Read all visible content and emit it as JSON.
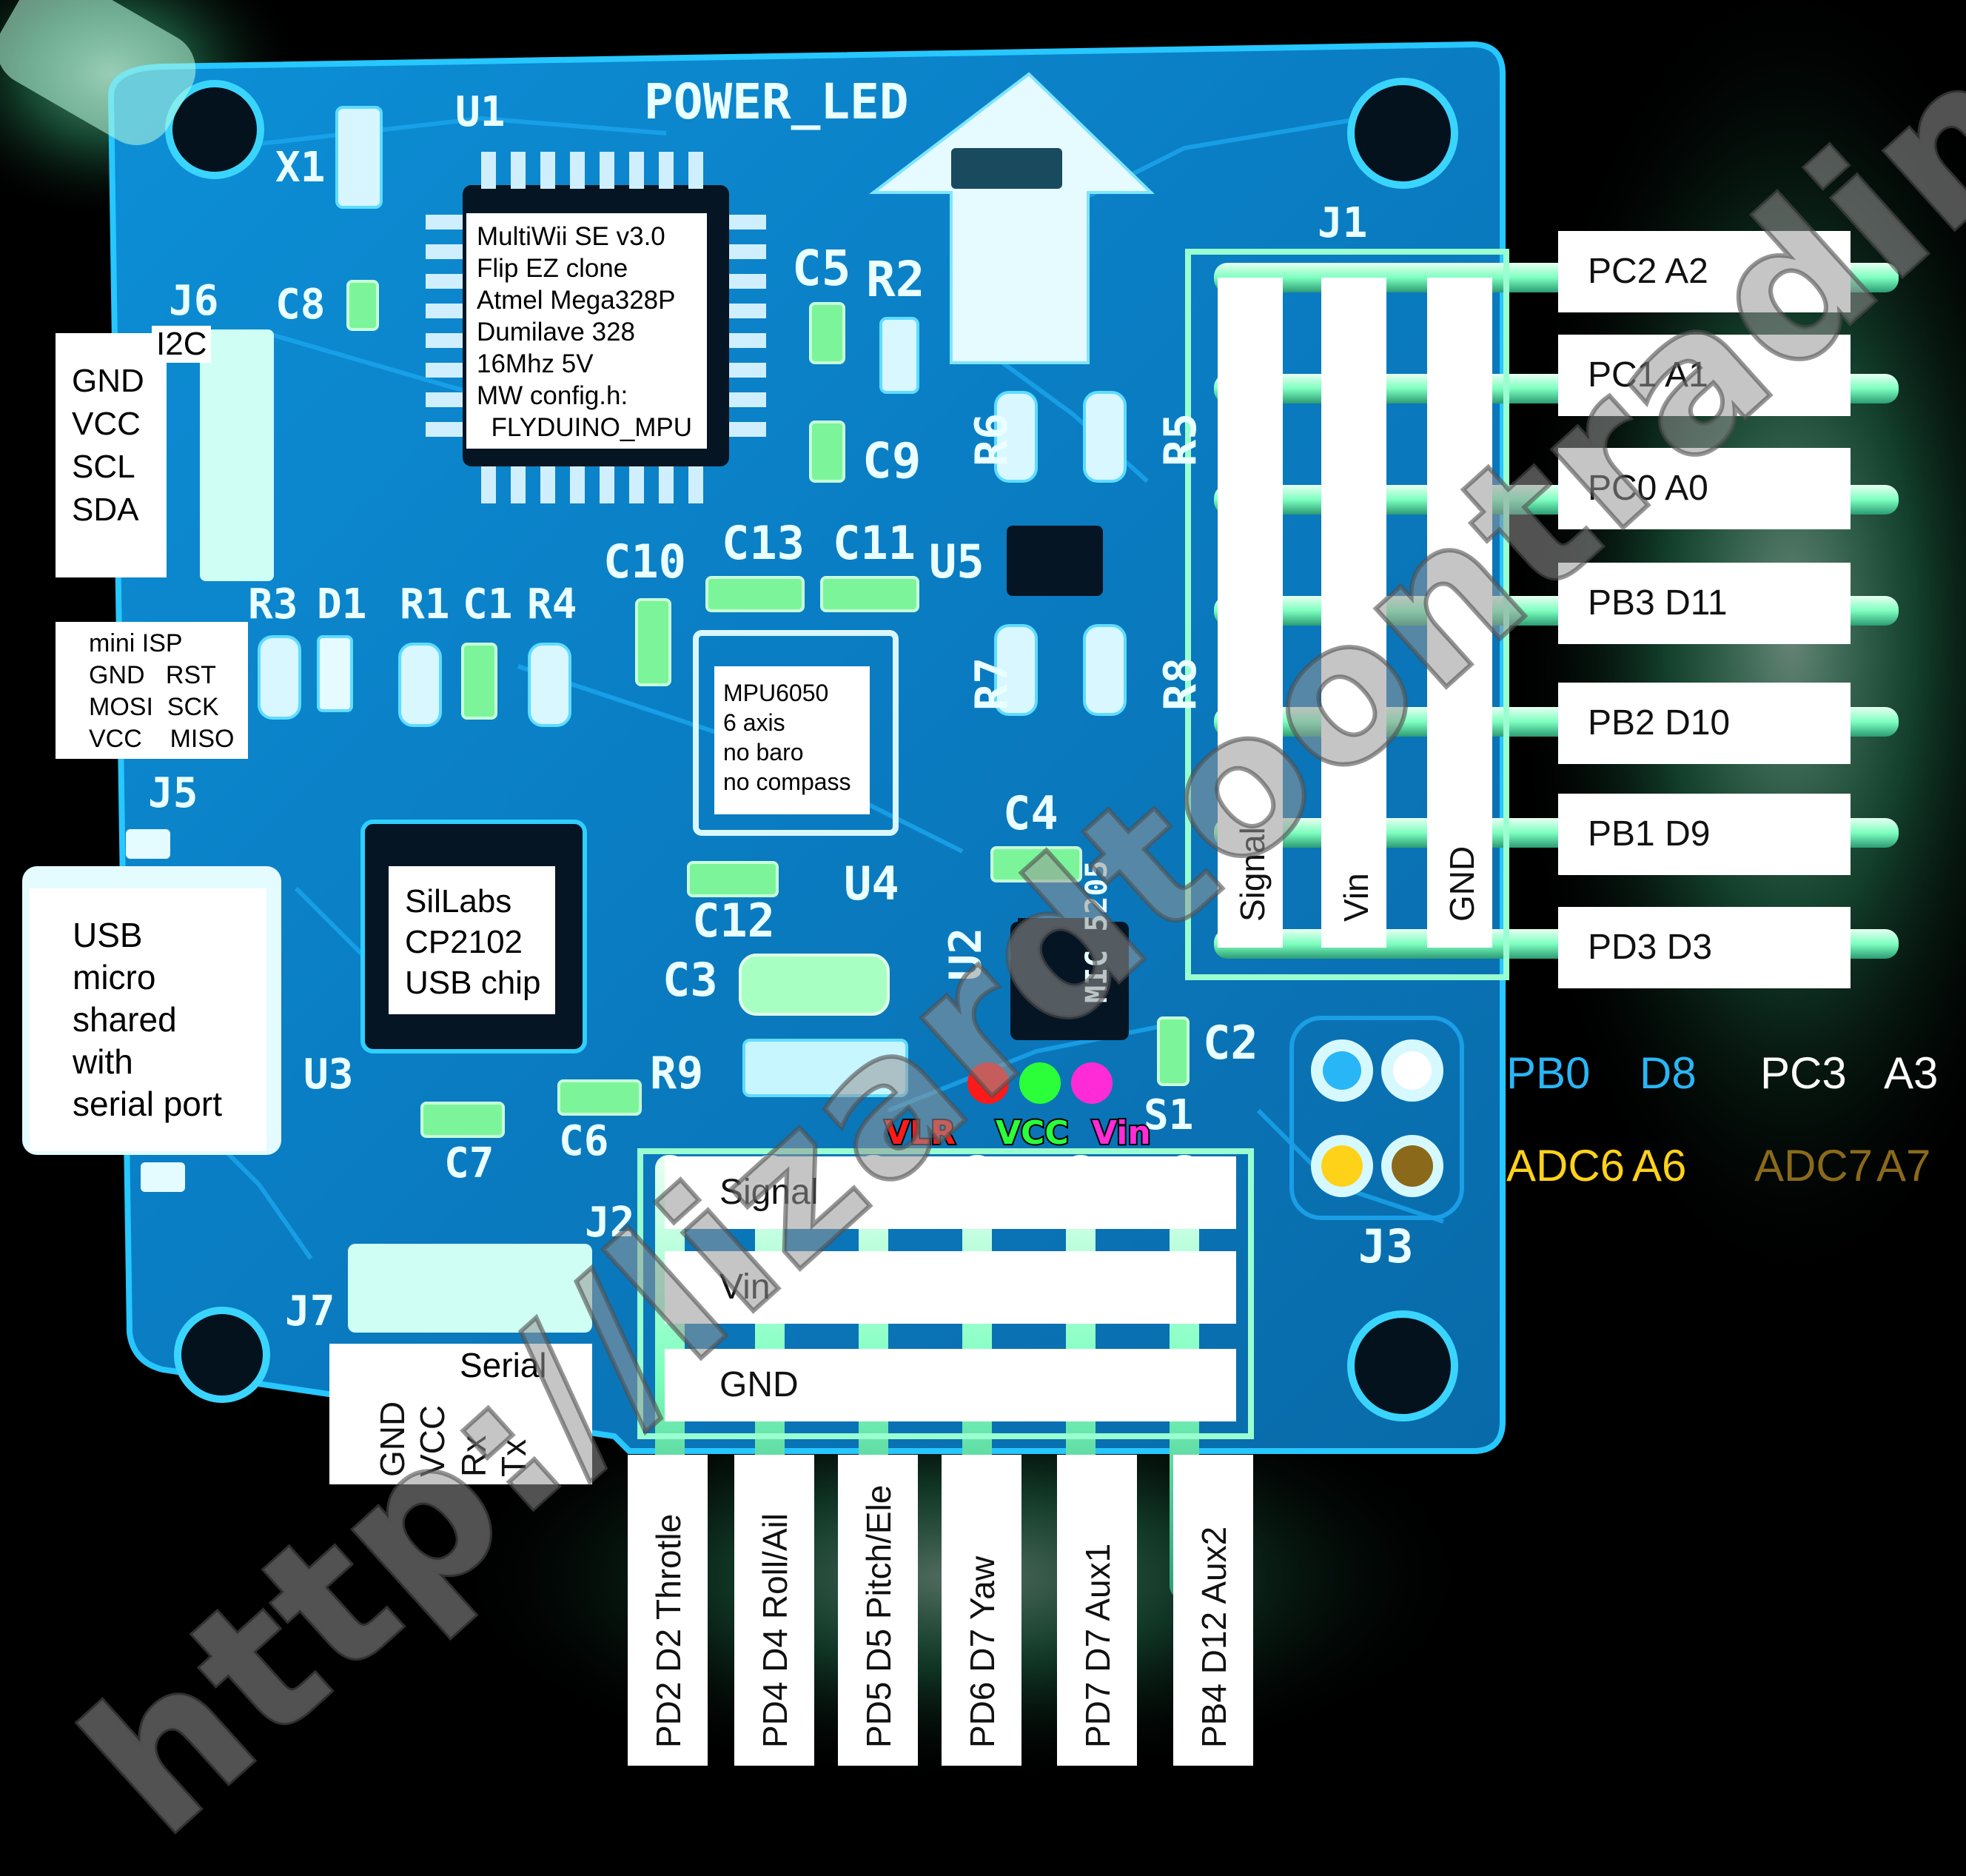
{
  "colors": {
    "board": "#0a7fc4",
    "board_edge": "#18b8ff",
    "glow": "#6dffc8",
    "pb0": "#29b6f6",
    "pc3": "#ffffff",
    "adc6": "#ffd21a",
    "adc7": "#8a6a1a",
    "led_red": "#ff1a1a",
    "led_green": "#2bff3a",
    "led_magenta": "#ff2bd6"
  },
  "silkscreen": {
    "u1": "U1",
    "x1": "X1",
    "power_led": "POWER_LED",
    "j1": "J1",
    "j6": "J6",
    "c8": "C8",
    "c5": "C5",
    "r2": "R2",
    "c9": "C9",
    "r6": "R6",
    "r5": "R5",
    "c10": "C10",
    "c13": "C13",
    "c11": "C11",
    "u5": "U5",
    "r3": "R3",
    "d1": "D1",
    "r1": "R1",
    "c1": "C1",
    "r4": "R4",
    "r7": "R7",
    "r8": "R8",
    "j5": "J5",
    "c4": "C4",
    "u4": "U4",
    "c12": "C12",
    "c3": "C3",
    "u2": "U2",
    "c2": "C2",
    "r9": "R9",
    "u3": "U3",
    "s1": "S1",
    "c7": "C7",
    "c6": "C6",
    "j2": "J2",
    "j3": "J3",
    "j7": "J7",
    "mic": "MIC 5205"
  },
  "mcu_box": {
    "lines": [
      "MultiWii SE v3.0",
      "Flip EZ clone",
      "Atmel Mega328P",
      "Dumilave 328",
      "16Mhz 5V",
      "MW config.h:",
      "  FLYDUINO_MPU"
    ]
  },
  "i2c_box": {
    "title": "I2C",
    "lines": [
      "GND",
      "VCC",
      "SCL",
      "SDA"
    ]
  },
  "isp_box": {
    "lines": [
      "mini ISP",
      "GND   RST",
      "MOSI  SCK",
      "VCC    MISO"
    ]
  },
  "mpu_box": {
    "lines": [
      "MPU6050",
      "6 axis",
      "no baro",
      "no compass"
    ]
  },
  "usb_chip_box": {
    "lines": [
      "SilLabs",
      "CP2102",
      "USB chip"
    ]
  },
  "usb_box": {
    "lines": [
      "USB",
      "micro",
      "shared",
      "with",
      "serial port"
    ]
  },
  "serial_box": {
    "title": "Serial",
    "pins": [
      "GND",
      "VCC",
      "Rx",
      "Tx"
    ]
  },
  "right_header": {
    "rail_labels": [
      "Signal",
      "Vin",
      "GND"
    ],
    "pins": [
      "PC2 A2",
      "PC1 A1",
      "PC0 A0",
      "PB3 D11",
      "PB2 D10",
      "PB1 D9",
      "PD3 D3"
    ]
  },
  "bottom_header": {
    "rail_labels": [
      "Signal",
      "Vin",
      "GND"
    ],
    "pins": [
      "PD2 D2 Throtle",
      "PD4 D4 Roll/Ail",
      "PD5 D5 Pitch/Ele",
      "PD6 D7 Yaw",
      "PD7 D7 Aux1",
      "PB4 D12 Aux2"
    ]
  },
  "leds": [
    "VLR",
    "VCC",
    "Vin"
  ],
  "j3_legend": [
    {
      "port": "PB0",
      "pin": "D8",
      "color": "#29b6f6"
    },
    {
      "port": "PC3",
      "pin": "A3",
      "color": "#ffffff"
    },
    {
      "port": "ADC6",
      "pin": "A6",
      "color": "#ffd21a"
    },
    {
      "port": "ADC7",
      "pin": "A7",
      "color": "#8a6a1a"
    }
  ],
  "watermark": "http://lizardtoontrading.eu"
}
